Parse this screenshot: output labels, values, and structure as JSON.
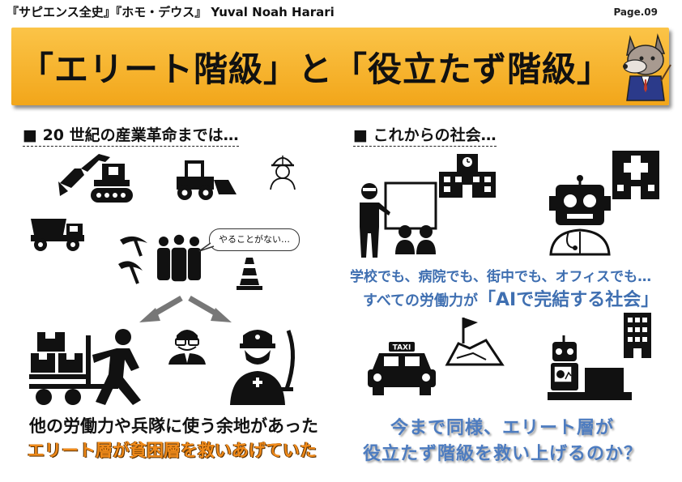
{
  "header": {
    "book_title": "『サピエンス全史』『ホモ・デウス』 Yuval Noah Harari",
    "page": "Page.09"
  },
  "banner": {
    "title": "「エリート階級」と「役立たず階級」"
  },
  "left_section": {
    "title": "■ 20 世紀の産業革命までは…",
    "speech_bubble": "やることがない…",
    "caption": "他の労働力や兵隊に使う余地があった",
    "highlight": "エリート層が貧困層を救いあげていた"
  },
  "right_section": {
    "title": "■ これからの社会…",
    "line1": "学校でも、病院でも、街中でも、オフィスでも…",
    "line2_prefix": "すべての労働力が",
    "line2_highlight": "「AIで完結する社会」",
    "taxi_label": "TAXI",
    "question_line1": "今まで同様、エリート層が",
    "question_line2": "役立たず階級を救い上げるのか？"
  },
  "icons": [
    "excavator-icon",
    "forklift-icon",
    "worker-helmet-icon",
    "dump-truck-icon",
    "pickaxe-icon",
    "crowd-icon",
    "traffic-cone-icon",
    "arrow-left-down-icon",
    "arrow-right-down-icon",
    "hand-truck-worker-icon",
    "businessman-icon",
    "soldier-icon",
    "teacher-icon",
    "school-icon",
    "hospital-icon",
    "robot-doctor-icon",
    "taxi-icon",
    "map-flag-icon",
    "robot-office-icon",
    "office-building-icon",
    "wolf-mascot-icon"
  ],
  "colors": {
    "banner": "#f4ac22",
    "highlight_orange": "#f08a1a",
    "blue_text": "#3f6fb1"
  }
}
